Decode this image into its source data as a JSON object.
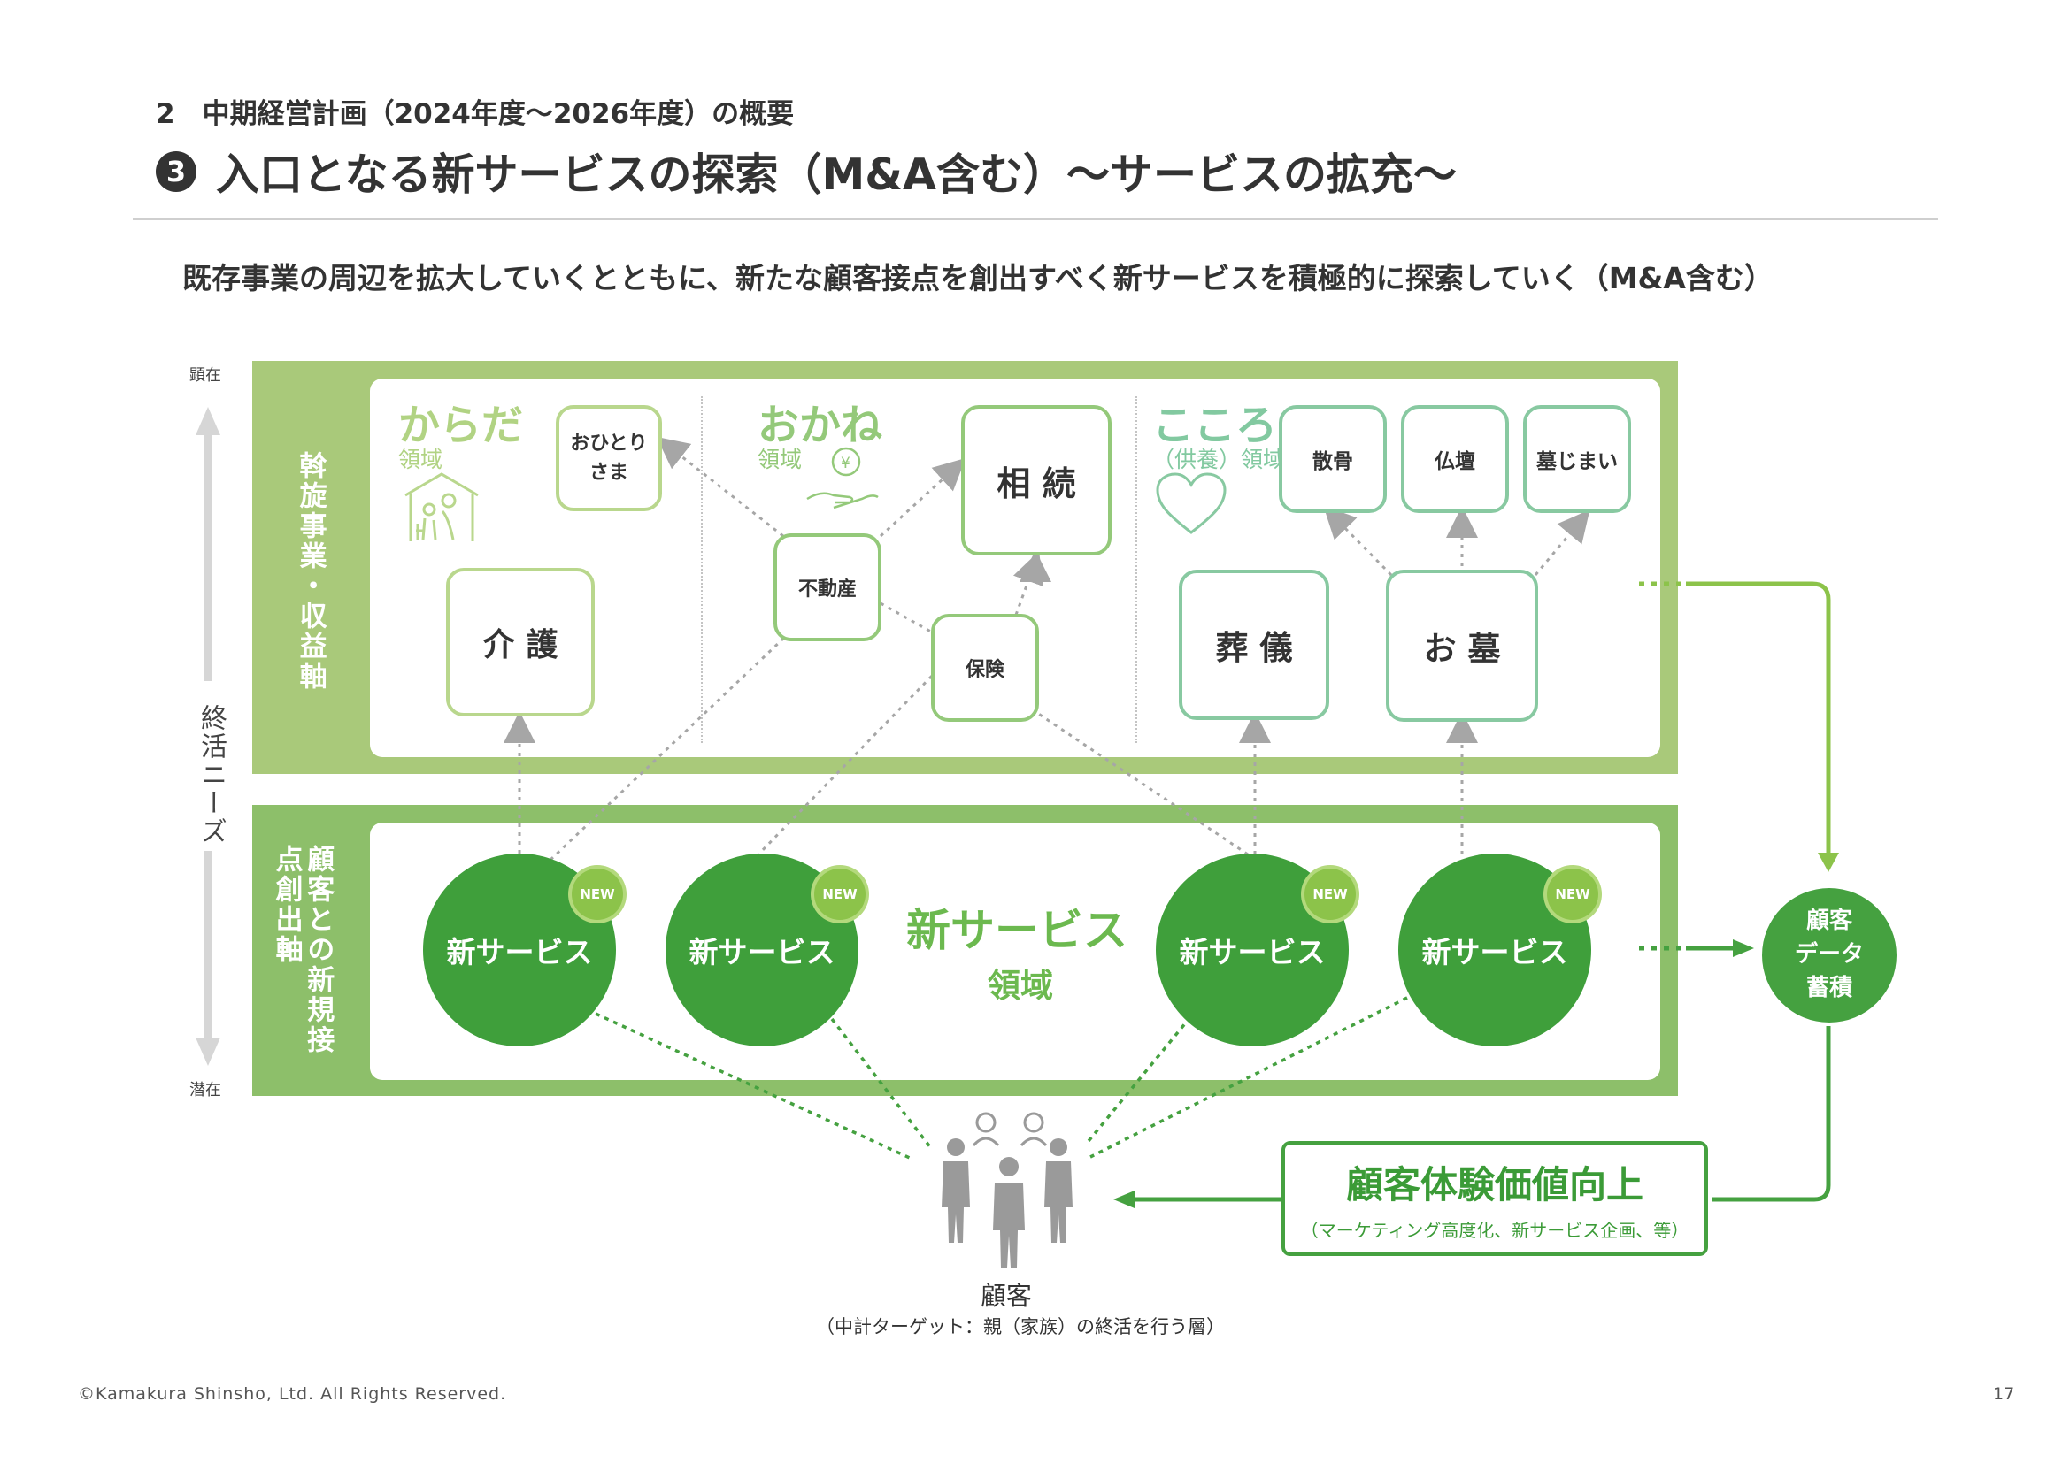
{
  "header": {
    "breadcrumb": "2　中期経営計画（2024年度〜2026年度）の概要",
    "title_number": "3",
    "title": "入口となる新サービスの探索（M&A含む）〜サービスの拡充〜",
    "lead": "既存事業の周辺を拡大していくとともに、新たな顧客接点を創出すべく新サービスを積極的に探索していく（M&A含む）"
  },
  "scale": {
    "top": "顕在",
    "middle": "終活ニーズ",
    "bottom": "潜在"
  },
  "axes": {
    "upper": "斡旋事業・収益軸",
    "lower": "顧客との新規接点創出軸"
  },
  "domains": [
    {
      "name": "からだ",
      "sub": "領域"
    },
    {
      "name": "おかね",
      "sub": "領域"
    },
    {
      "name": "こころ",
      "sub": "（供養）領域"
    }
  ],
  "services": {
    "kaigo": "介 護",
    "ohitori_line1": "おひとり",
    "ohitori_line2": "さま",
    "fudosan": "不動産",
    "souzoku": "相 続",
    "hoken": "保険",
    "sougi": "葬 儀",
    "ohaka": "お 墓",
    "sankotsu": "散骨",
    "butsudan": "仏壇",
    "hakajimai": "墓じまい"
  },
  "new_services": {
    "circle_label": "新サービス",
    "badge": "NEW",
    "domain_title": "新サービス",
    "domain_sub": "領域"
  },
  "data_store": {
    "line1": "顧客",
    "line2": "データ",
    "line3": "蓄積"
  },
  "experience": {
    "title": "顧客体験価値向上",
    "sub": "（マーケティング高度化、新サービス企画、等）"
  },
  "customer": {
    "label": "顧客",
    "sub": "（中計ターゲット：親（家族）の終活を行う層）"
  },
  "footer": {
    "copyright": "©Kamakura Shinsho, Ltd. All Rights Reserved.",
    "page": "17"
  },
  "colors": {
    "band_top": "#a9c97a",
    "band_bottom": "#8dbf6a",
    "circle_green": "#3f9f3b",
    "accent_green": "#45a140"
  }
}
